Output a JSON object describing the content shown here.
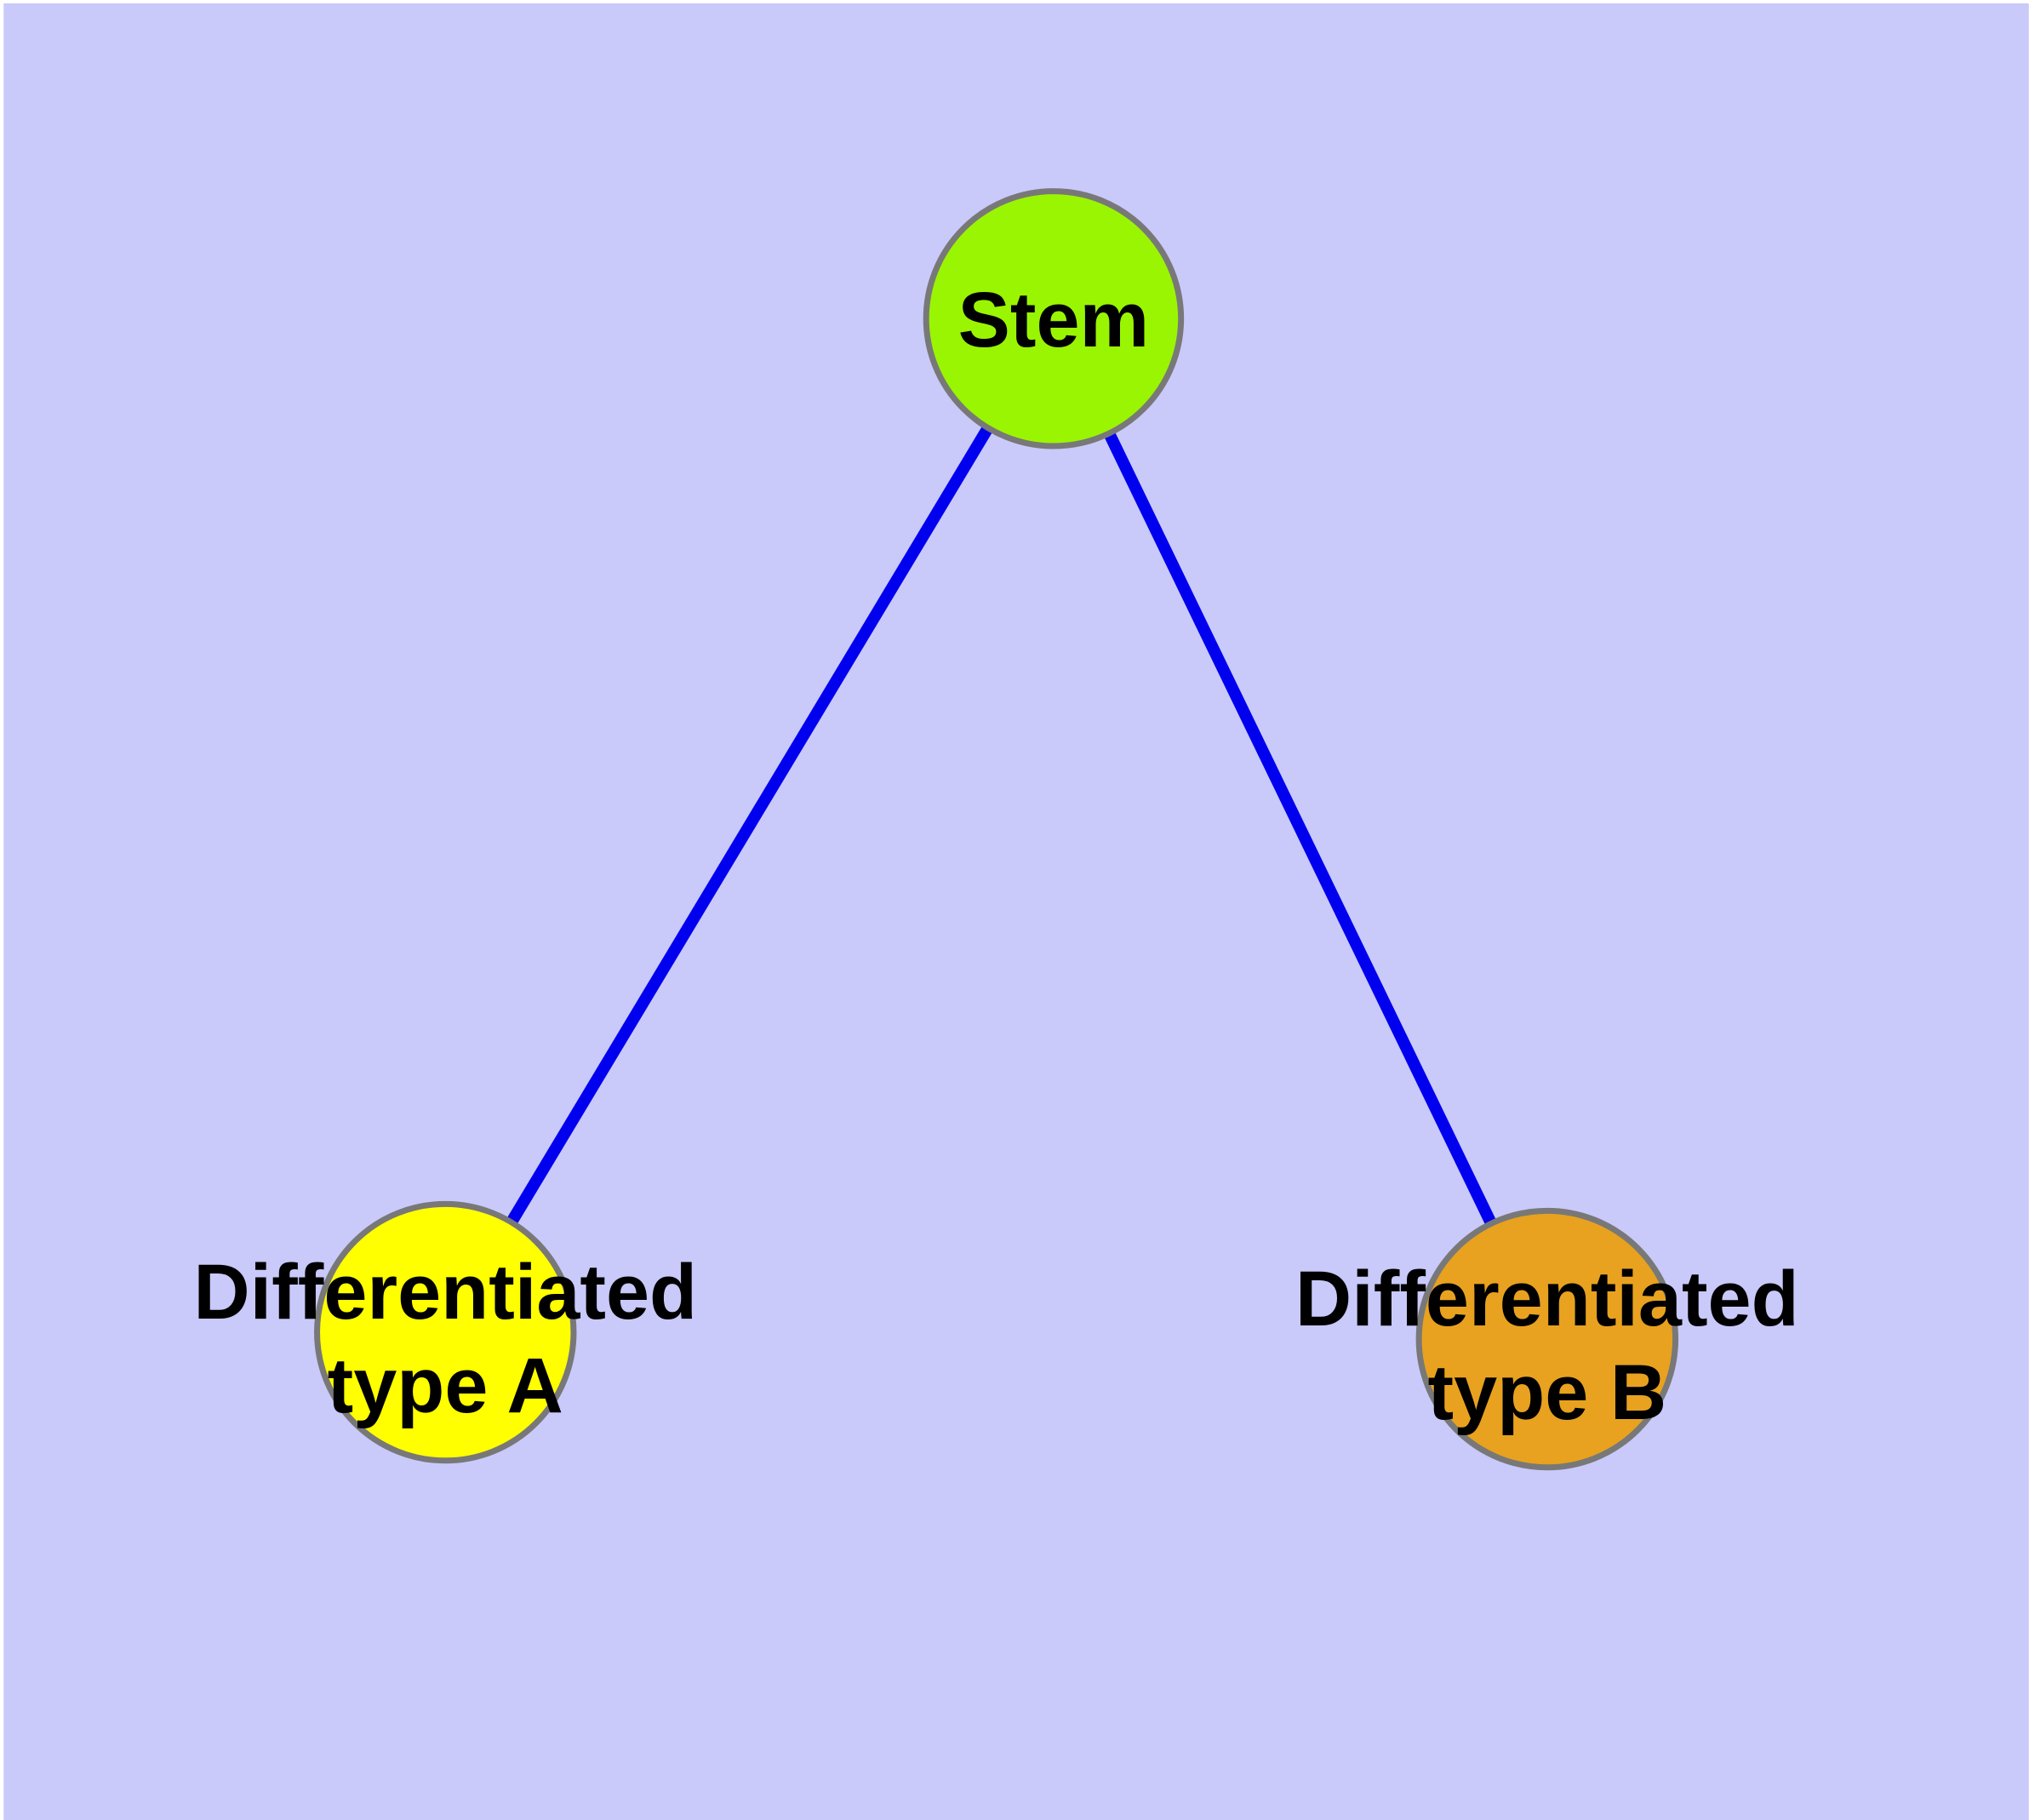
{
  "diagram": {
    "type": "node-link-graph",
    "background_color": "#C9C9FA",
    "edge_color": "#0000EE",
    "node_border_color": "#787878",
    "label_color": "#000000",
    "nodes": [
      {
        "id": "stem",
        "lines": [
          "Stem"
        ],
        "fill_color": "#9AF502"
      },
      {
        "id": "differentiated-type-a",
        "lines": [
          "Differentiated",
          "type A"
        ],
        "fill_color": "#FFFF00"
      },
      {
        "id": "differentiated-type-b",
        "lines": [
          "Differentiated",
          "type B"
        ],
        "fill_color": "#E8A21F"
      }
    ],
    "edges": [
      {
        "from": "stem",
        "to": "differentiated-type-a"
      },
      {
        "from": "stem",
        "to": "differentiated-type-b"
      }
    ]
  }
}
